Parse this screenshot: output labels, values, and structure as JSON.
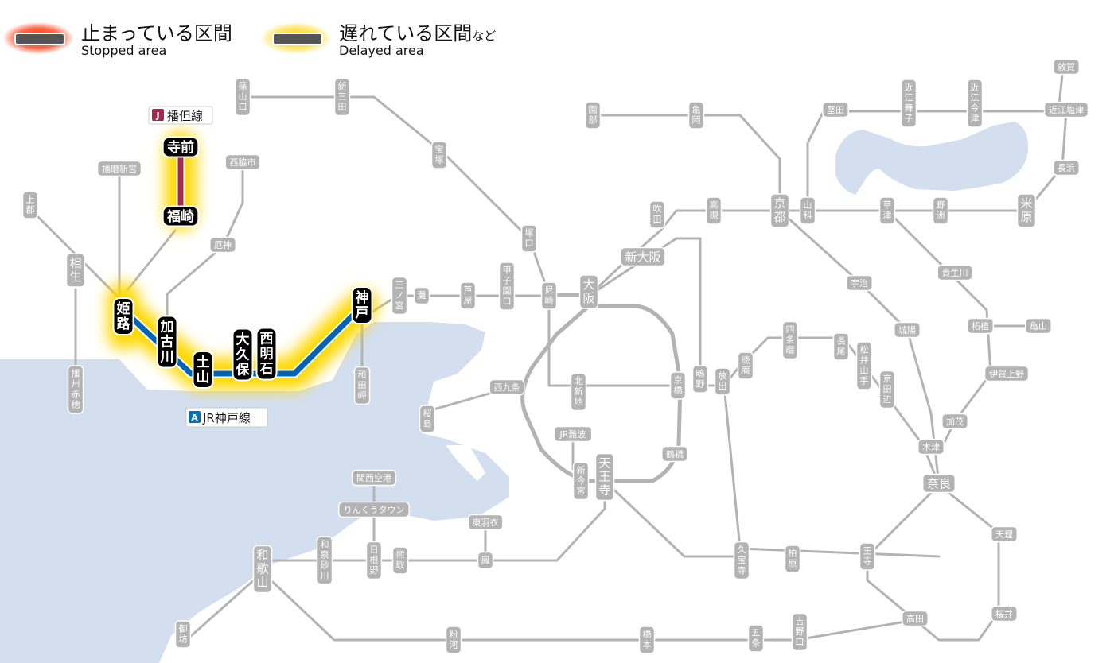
{
  "legend": {
    "stopped": {
      "jp": "止まっている区間",
      "en": "Stopped area"
    },
    "delayed": {
      "jp": "遅れている区間",
      "jp_suffix": "など",
      "en": "Delayed area"
    }
  },
  "lines": {
    "bantan": {
      "badge": "J",
      "name": "播但線",
      "badge_color": "#a3294d"
    },
    "kobe": {
      "badge": "A",
      "name": "JR神戸線",
      "badge_color": "#0072bc"
    }
  },
  "colors": {
    "water": "#d3deef",
    "rail": "#b3b3b3",
    "kobe_line": "#0064b4",
    "bantan_line": "#a3294d",
    "delay_glow": "#ffd800",
    "highlight_station": "#000000"
  },
  "highlighted_stations": {
    "teramae": "寺前",
    "fukusaki": "福崎",
    "himeji": "姫路",
    "kakogawa": "加古川",
    "doyama": "土山",
    "ookubo": "大久保",
    "nishiakashi": "西明石",
    "kobe": "神戸"
  },
  "stations": {
    "sasayamaguchi": "篠山口",
    "shinsanda": "新三田",
    "takarazuka": "宝塚",
    "tsukaguchi": "塚口",
    "amagasaki": "尼崎",
    "koshienguchi": "甲子園口",
    "ashiya": "芦屋",
    "nada": "灘",
    "sannomiya": "三ノ宮",
    "wadamisaki": "和田岬",
    "banshushingu": "播磨新宮",
    "kamigori": "上郡",
    "aioi": "相生",
    "banshuako": "播州赤穂",
    "nishiwakishi": "西脇市",
    "yakujin": "厄神",
    "sonobe": "園部",
    "kameoka": "亀岡",
    "kyoto": "京都",
    "yamashina": "山科",
    "katata": "堅田",
    "omimaiko": "近江舞子",
    "omiimazu": "近江今津",
    "tsuruga": "敦賀",
    "omishiotsu": "近江塩津",
    "nagahama": "長浜",
    "maibara": "米原",
    "yasu": "野洲",
    "kusatsu": "草津",
    "takatsuki": "高槻",
    "suita": "吹田",
    "shinosaka": "新大阪",
    "osaka": "大阪",
    "kitashinchi": "北新地",
    "nishikujo": "西九条",
    "sakurajima": "桜島",
    "kyobashi": "京橋",
    "shigino": "鴫野",
    "hanaten": "放出",
    "tsuruhashi": "鶴橋",
    "tennoji": "天王寺",
    "shinimamiya": "新今宮",
    "jrnamba": "JR難波",
    "uji": "宇治",
    "joyo": "城陽",
    "tokuan": "徳庵",
    "shijonawate": "四条畷",
    "nagao": "長尾",
    "matsuiyamate": "松井山手",
    "kyotanabe": "京田辺",
    "kizu": "木津",
    "nara": "奈良",
    "kamo": "加茂",
    "igaueno": "伊賀上野",
    "tsuge": "柘植",
    "kameyama": "亀山",
    "kibukawa": "貴生川",
    "oji": "王寺",
    "kashiwara": "柏原",
    "kyuhoji": "久宝寺",
    "tenri": "天理",
    "sakurai": "桜井",
    "takada": "高田",
    "yoshinoguchi": "吉野口",
    "gojo": "五条",
    "hashimoto": "橋本",
    "kokawa": "粉河",
    "wakayama": "和歌山",
    "gobo": "御坊",
    "izumisunagawa": "和泉砂川",
    "hineno": "日根野",
    "kumatori": "熊取",
    "otori": "鳳",
    "higashihagoromo": "東羽衣",
    "kansaikuko": "関西空港",
    "rinkutown": "りんくうタウン"
  }
}
